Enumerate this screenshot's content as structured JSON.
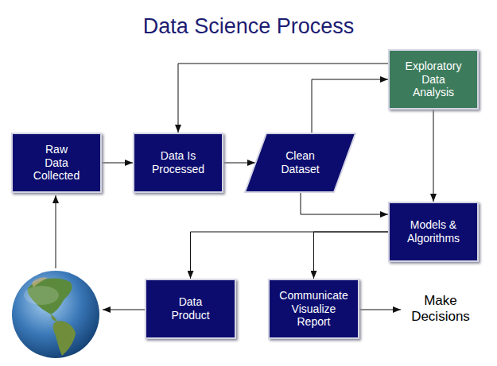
{
  "diagram": {
    "title": "Data Science Process",
    "nodes": [
      {
        "text": [
          "Raw Data Collected"
        ]
      },
      {
        "text": [
          "Data Is Processed"
        ]
      },
      {
        "text": [
          "Clean Dataset"
        ]
      },
      {
        "text": [
          "Exploratory Data Analysis"
        ]
      },
      {
        "text": [
          "Models & Algorithms"
        ]
      },
      {
        "text": [
          "Data Product"
        ]
      },
      {
        "text": [
          "Communicate Visualize Report"
        ]
      }
    ],
    "edges": [
      {
        "from": 0,
        "to": 1,
        "arrow": "to"
      },
      {
        "from": 1,
        "to": 2,
        "arrow": "to"
      },
      {
        "from": 3,
        "to": 1,
        "arrow": "to"
      },
      {
        "from": 2,
        "to": 3,
        "arrow": "to"
      },
      {
        "from": 2,
        "to": 4,
        "arrow": "to"
      },
      {
        "from": 3,
        "to": 4,
        "arrow": "to"
      },
      {
        "from": 4,
        "to": 5,
        "arrow": "to"
      },
      {
        "from": 4,
        "to": 6,
        "arrow": "to"
      }
    ],
    "labels": [
      "Make Decisions"
    ]
  }
}
